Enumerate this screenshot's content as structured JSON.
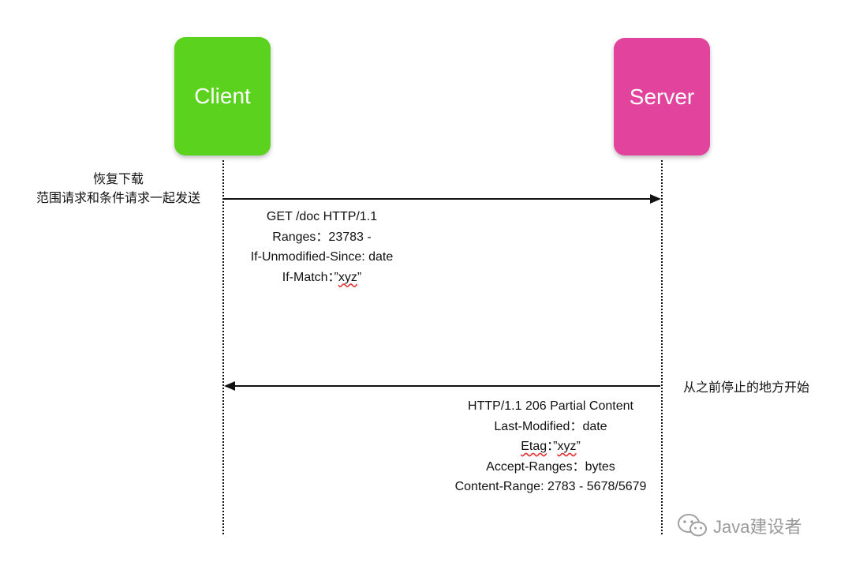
{
  "actors": {
    "client": {
      "label": "Client",
      "color": "#5ad21e"
    },
    "server": {
      "label": "Server",
      "color": "#e2449d"
    }
  },
  "client_note": [
    "恢复下载",
    "范围请求和条件请求一起发送"
  ],
  "request": {
    "line1": "GET /doc  HTTP/1.1",
    "line2": "Ranges：23783 -",
    "line3": "If-Unmodified-Since: date",
    "line4_prefix": "If-Match：”",
    "line4_value": "xyz",
    "line4_suffix": "”"
  },
  "server_note": "从之前停止的地方开始",
  "response": {
    "line1": "HTTP/1.1 206 Partial Content",
    "line2": "Last-Modified：date",
    "line3_key": "Etag",
    "line3_mid": "：”",
    "line3_value": "xyz",
    "line3_suffix": "”",
    "line4": "Accept-Ranges：bytes",
    "line5": "Content-Range: 2783 - 5678/5679"
  },
  "watermark": {
    "text": "Java建设者",
    "icon": "wechat-icon"
  }
}
